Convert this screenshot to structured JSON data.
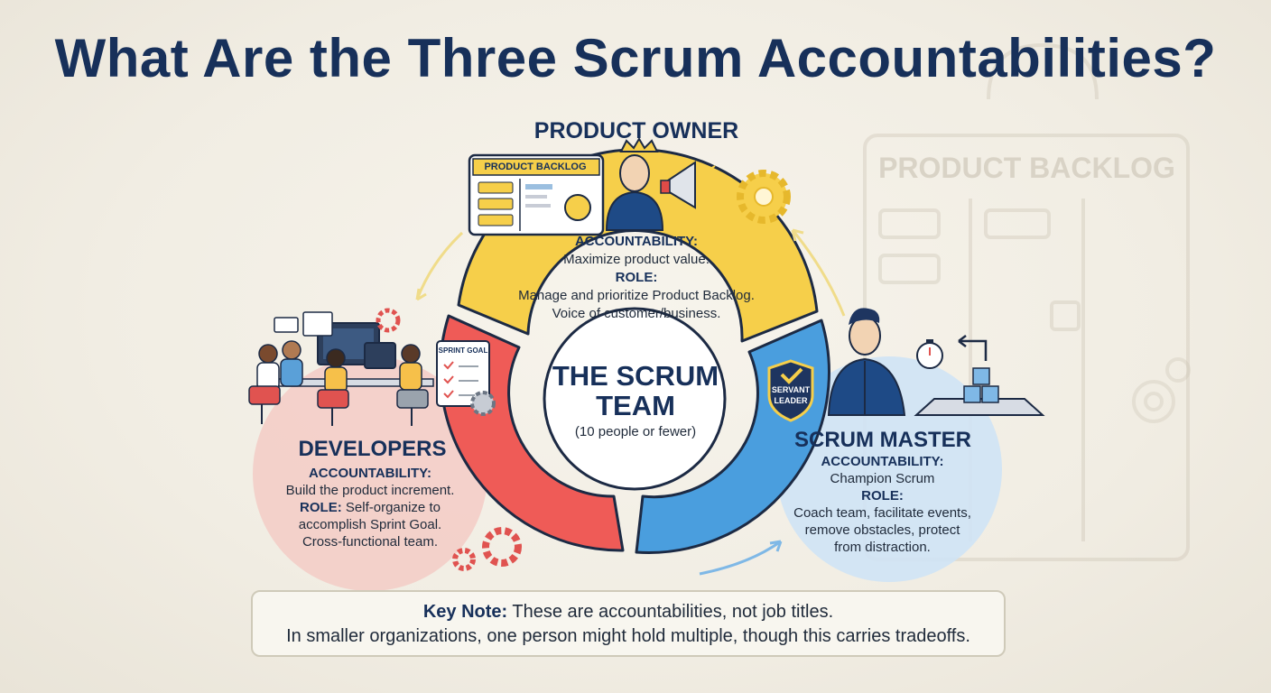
{
  "title": "What Are the Three Scrum Accountabilities?",
  "product_owner": {
    "heading": "PRODUCT OWNER",
    "accountability_label": "ACCOUNTABILITY:",
    "accountability": "Maximize product value.",
    "role_label": "ROLE:",
    "role_line1": "Manage and prioritize Product Backlog.",
    "role_line2": "Voice of customer/business.",
    "illustration_label": "PRODUCT BACKLOG"
  },
  "center": {
    "title_line1": "THE SCRUM",
    "title_line2": "TEAM",
    "subtitle": "(10 people or fewer)"
  },
  "developers": {
    "heading": "DEVELOPERS",
    "accountability_label": "ACCOUNTABILITY:",
    "accountability": "Build the product increment.",
    "role_label": "ROLE:",
    "role_line1": "Self-organize to",
    "role_line2": "accomplish Sprint Goal.",
    "role_line3": "Cross-functional team.",
    "illustration_label": "SPRINT GOAL"
  },
  "scrum_master": {
    "heading": "SCRUM MASTER",
    "accountability_label": "ACCOUNTABILITY:",
    "accountability": "Champion Scrum",
    "role_label": "ROLE:",
    "role_line1": "Coach team, facilitate events,",
    "role_line2": "remove obstacles, protect",
    "role_line3": "from distraction.",
    "badge_line1": "SERVANT",
    "badge_line2": "LEADER"
  },
  "note": {
    "label": "Key Note:",
    "line1": "These are accountabilities, not job titles.",
    "line2": "In smaller organizations, one person might hold multiple, though this carries tradeoffs."
  },
  "background_board_label": "PRODUCT BACKLOG",
  "colors": {
    "title": "#17305a",
    "product_owner": "#f6cf4a",
    "developers": "#ef5b57",
    "scrum_master": "#4a9ede",
    "dev_circle": "#f4c9c4",
    "sm_circle": "#cfe3f5"
  }
}
